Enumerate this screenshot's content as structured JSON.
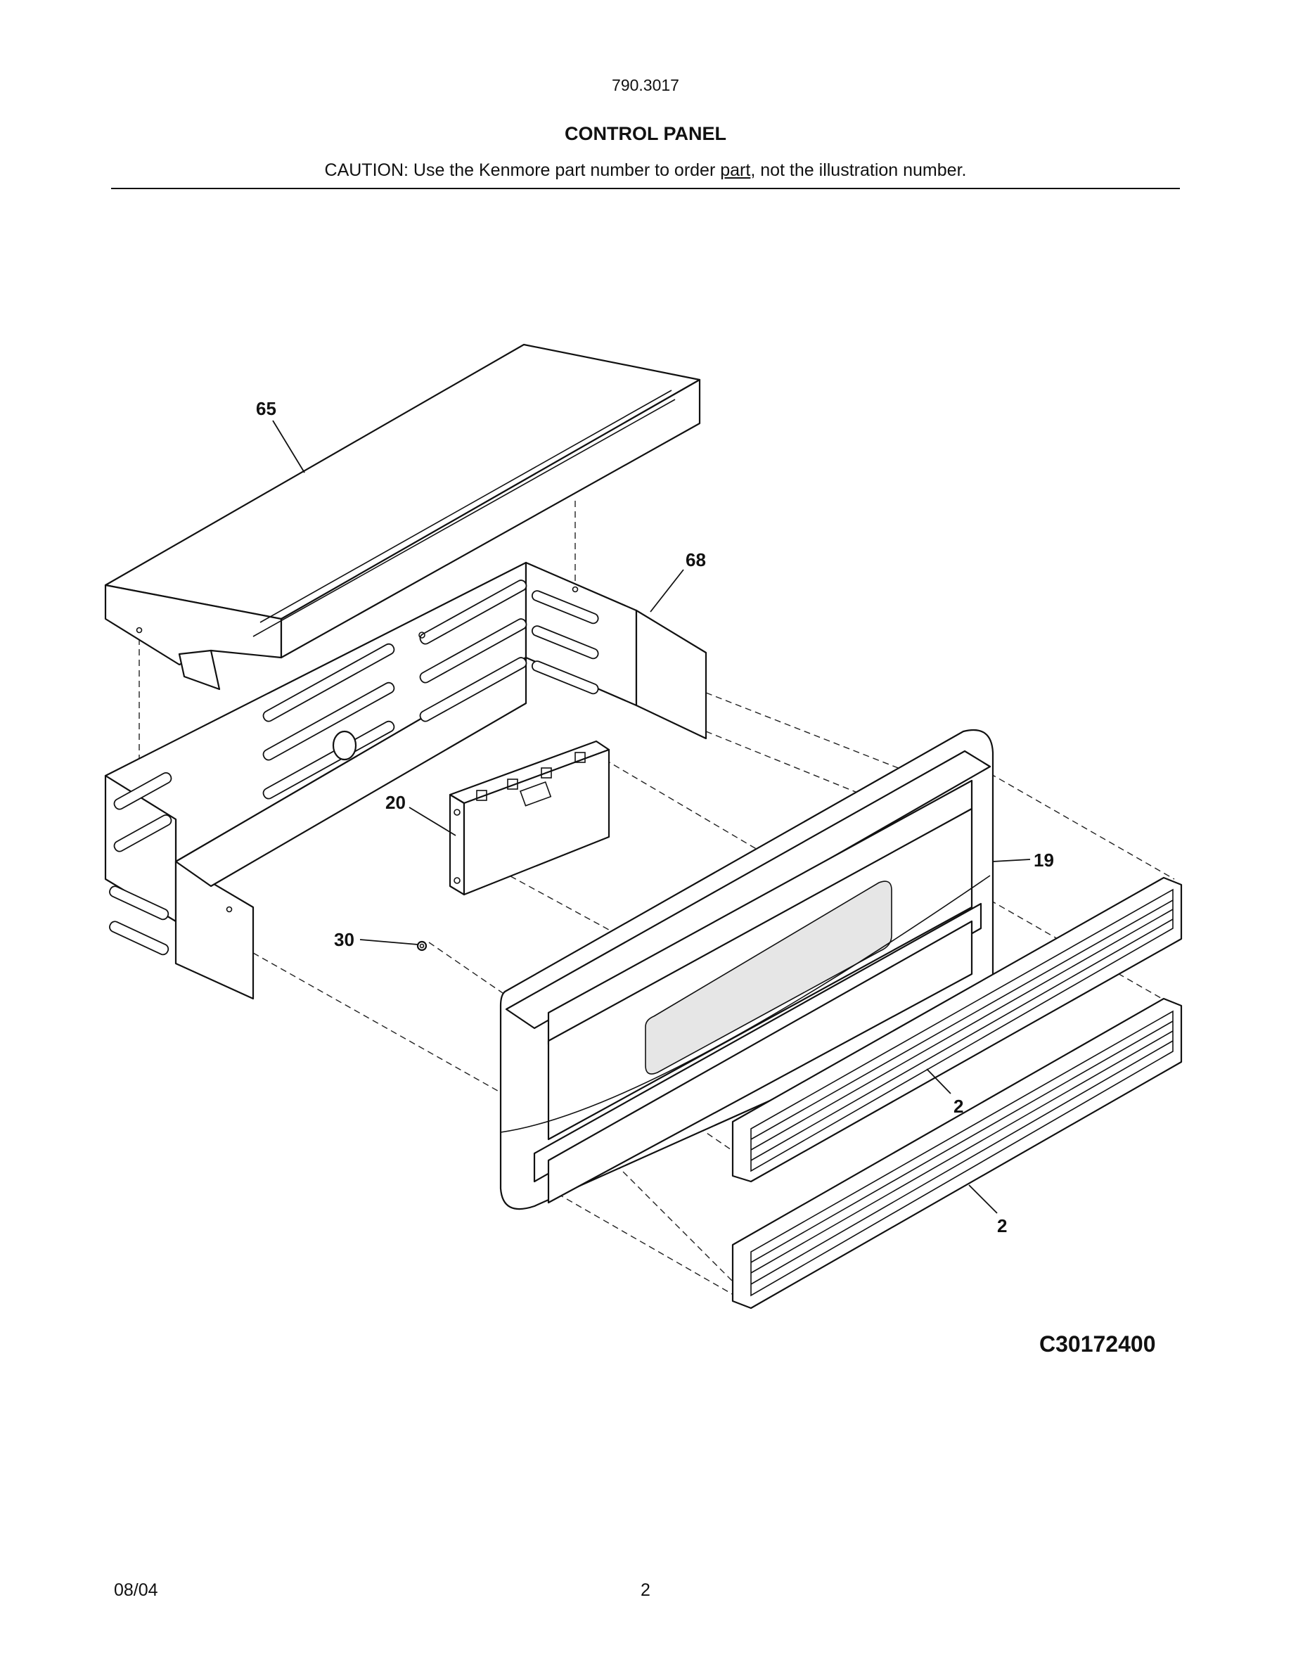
{
  "header": {
    "model_number": "790.3017",
    "title": "CONTROL PANEL",
    "caution_prefix": "CAUTION: Use the Kenmore part number to order ",
    "caution_underlined": "part",
    "caution_suffix": ", not the illustration number."
  },
  "diagram": {
    "callouts": [
      "65",
      "68",
      "20",
      "19",
      "30",
      "2",
      "2"
    ],
    "illustration_code": "C30172400"
  },
  "footer": {
    "date": "08/04",
    "page_number": "2"
  }
}
